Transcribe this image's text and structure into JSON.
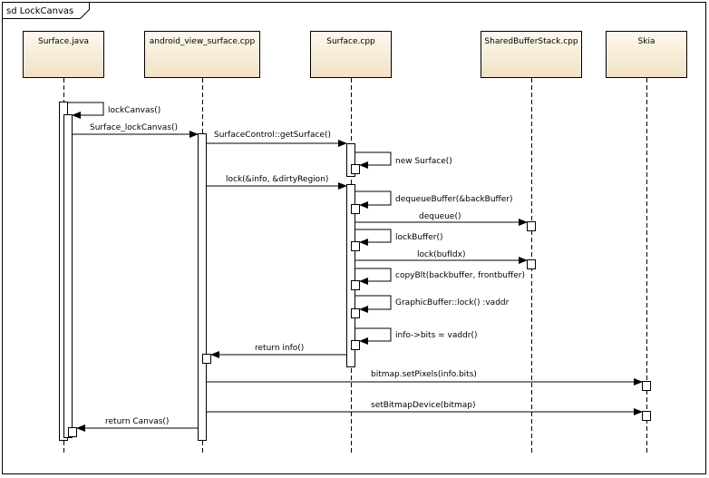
{
  "diagram": {
    "title": "sd LockCanvas",
    "lifelines": [
      {
        "name": "Surface.java"
      },
      {
        "name": "android_view_surface.cpp"
      },
      {
        "name": "Surface.cpp"
      },
      {
        "name": "SharedBufferStack.cpp"
      },
      {
        "name": "Skia"
      }
    ],
    "messages": [
      {
        "label": "lockCanvas()"
      },
      {
        "label": "Surface_lockCanvas()"
      },
      {
        "label": "SurfaceControl::getSurface()"
      },
      {
        "label": "new Surface()"
      },
      {
        "label": "lock(&info, &dirtyRegion)"
      },
      {
        "label": "dequeueBuffer(&backBuffer)"
      },
      {
        "label": "dequeue()"
      },
      {
        "label": "lockBuffer()"
      },
      {
        "label": "lock(bufIdx)"
      },
      {
        "label": "copyBlt(backbuffer, frontbuffer)"
      },
      {
        "label": "GraphicBuffer::lock() :vaddr"
      },
      {
        "label": "info->bits  = vaddr()"
      },
      {
        "label": "return info()"
      },
      {
        "label": "bitmap.setPixels(info.bits)"
      },
      {
        "label": "setBitmapDevice(bitmap)"
      },
      {
        "label": "return Canvas()"
      }
    ]
  }
}
